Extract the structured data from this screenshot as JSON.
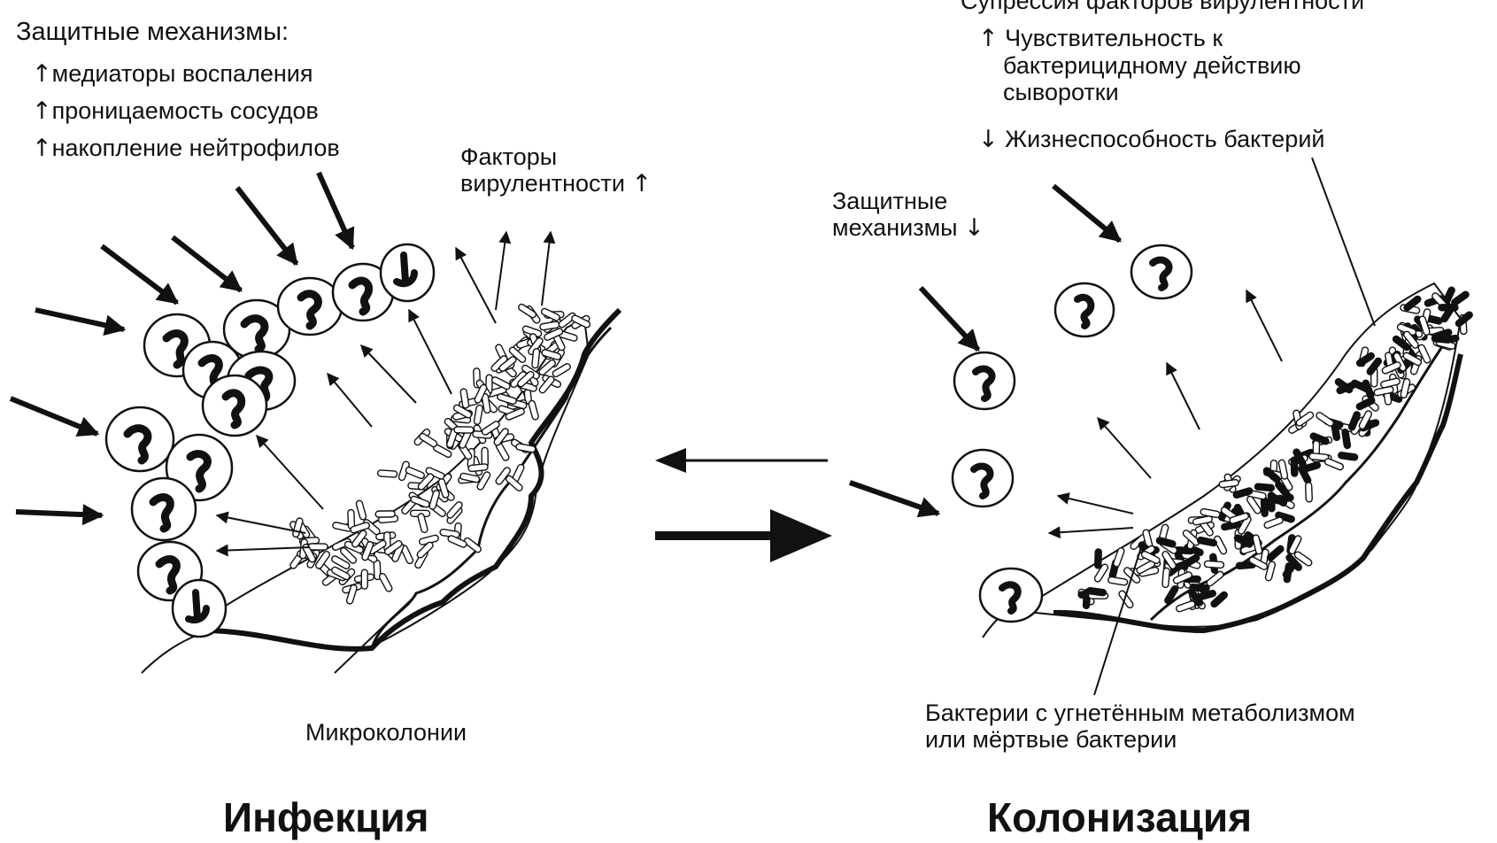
{
  "infection": {
    "defense_title": "Защитные механизмы:",
    "up_arrow": "↑",
    "down_arrow": "↓",
    "effects": [
      "медиаторы воспаления",
      "проницаемость сосудов",
      "накопление нейтрофилов"
    ],
    "virulence_line1": "Факторы",
    "virulence_line2": "вирулентности",
    "microcolonies": "Микроколонии",
    "caption": "Инфекция"
  },
  "colonization": {
    "suppression_title": "Супрессия факторов вирулентности",
    "sensitivity_line1": "Чувствительность к",
    "sensitivity_line2": "бактерицидному действию",
    "sensitivity_line3": "сыворотки",
    "viability": "Жизнеспособность бактерий",
    "defense_line1": "Защитные",
    "defense_line2": "механизмы",
    "inhibited_line1": "Бактерии с угнетённым метаболизмом",
    "inhibited_line2": "или мёртвые бактерии",
    "caption": "Колонизация"
  },
  "colors": {
    "ink": "#111111",
    "background": "#ffffff"
  }
}
